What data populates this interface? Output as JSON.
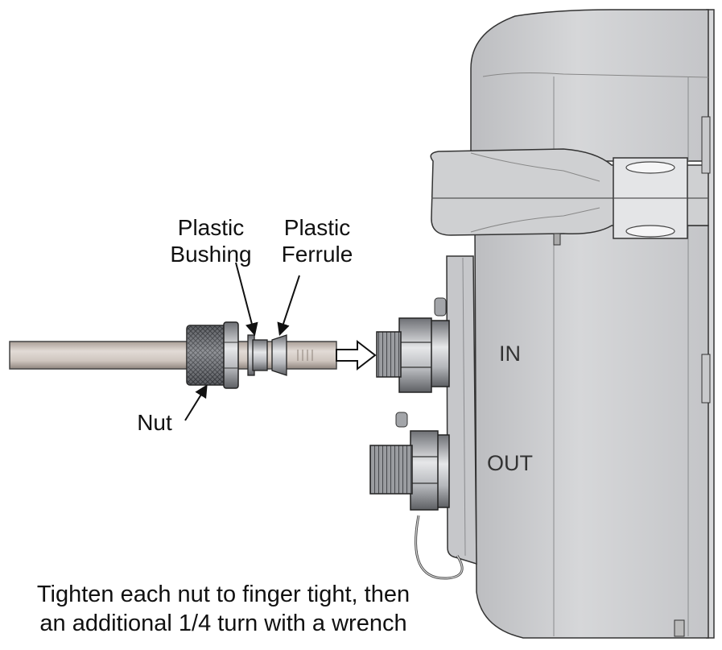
{
  "labels": {
    "plastic_bushing": [
      "Plastic",
      "Bushing"
    ],
    "plastic_ferrule": [
      "Plastic",
      "Ferrule"
    ],
    "nut": "Nut",
    "port_in": "IN",
    "port_out": "OUT"
  },
  "caption": [
    "Tighten each nut to finger tight, then",
    "an additional 1/4 turn with a wrench"
  ],
  "colors": {
    "housing": "#d2d3d5",
    "housing_shade": "#b4b5b8",
    "tubing": "#d4cbc4",
    "metal": "#8f9196",
    "outline": "#1a1a1a"
  }
}
